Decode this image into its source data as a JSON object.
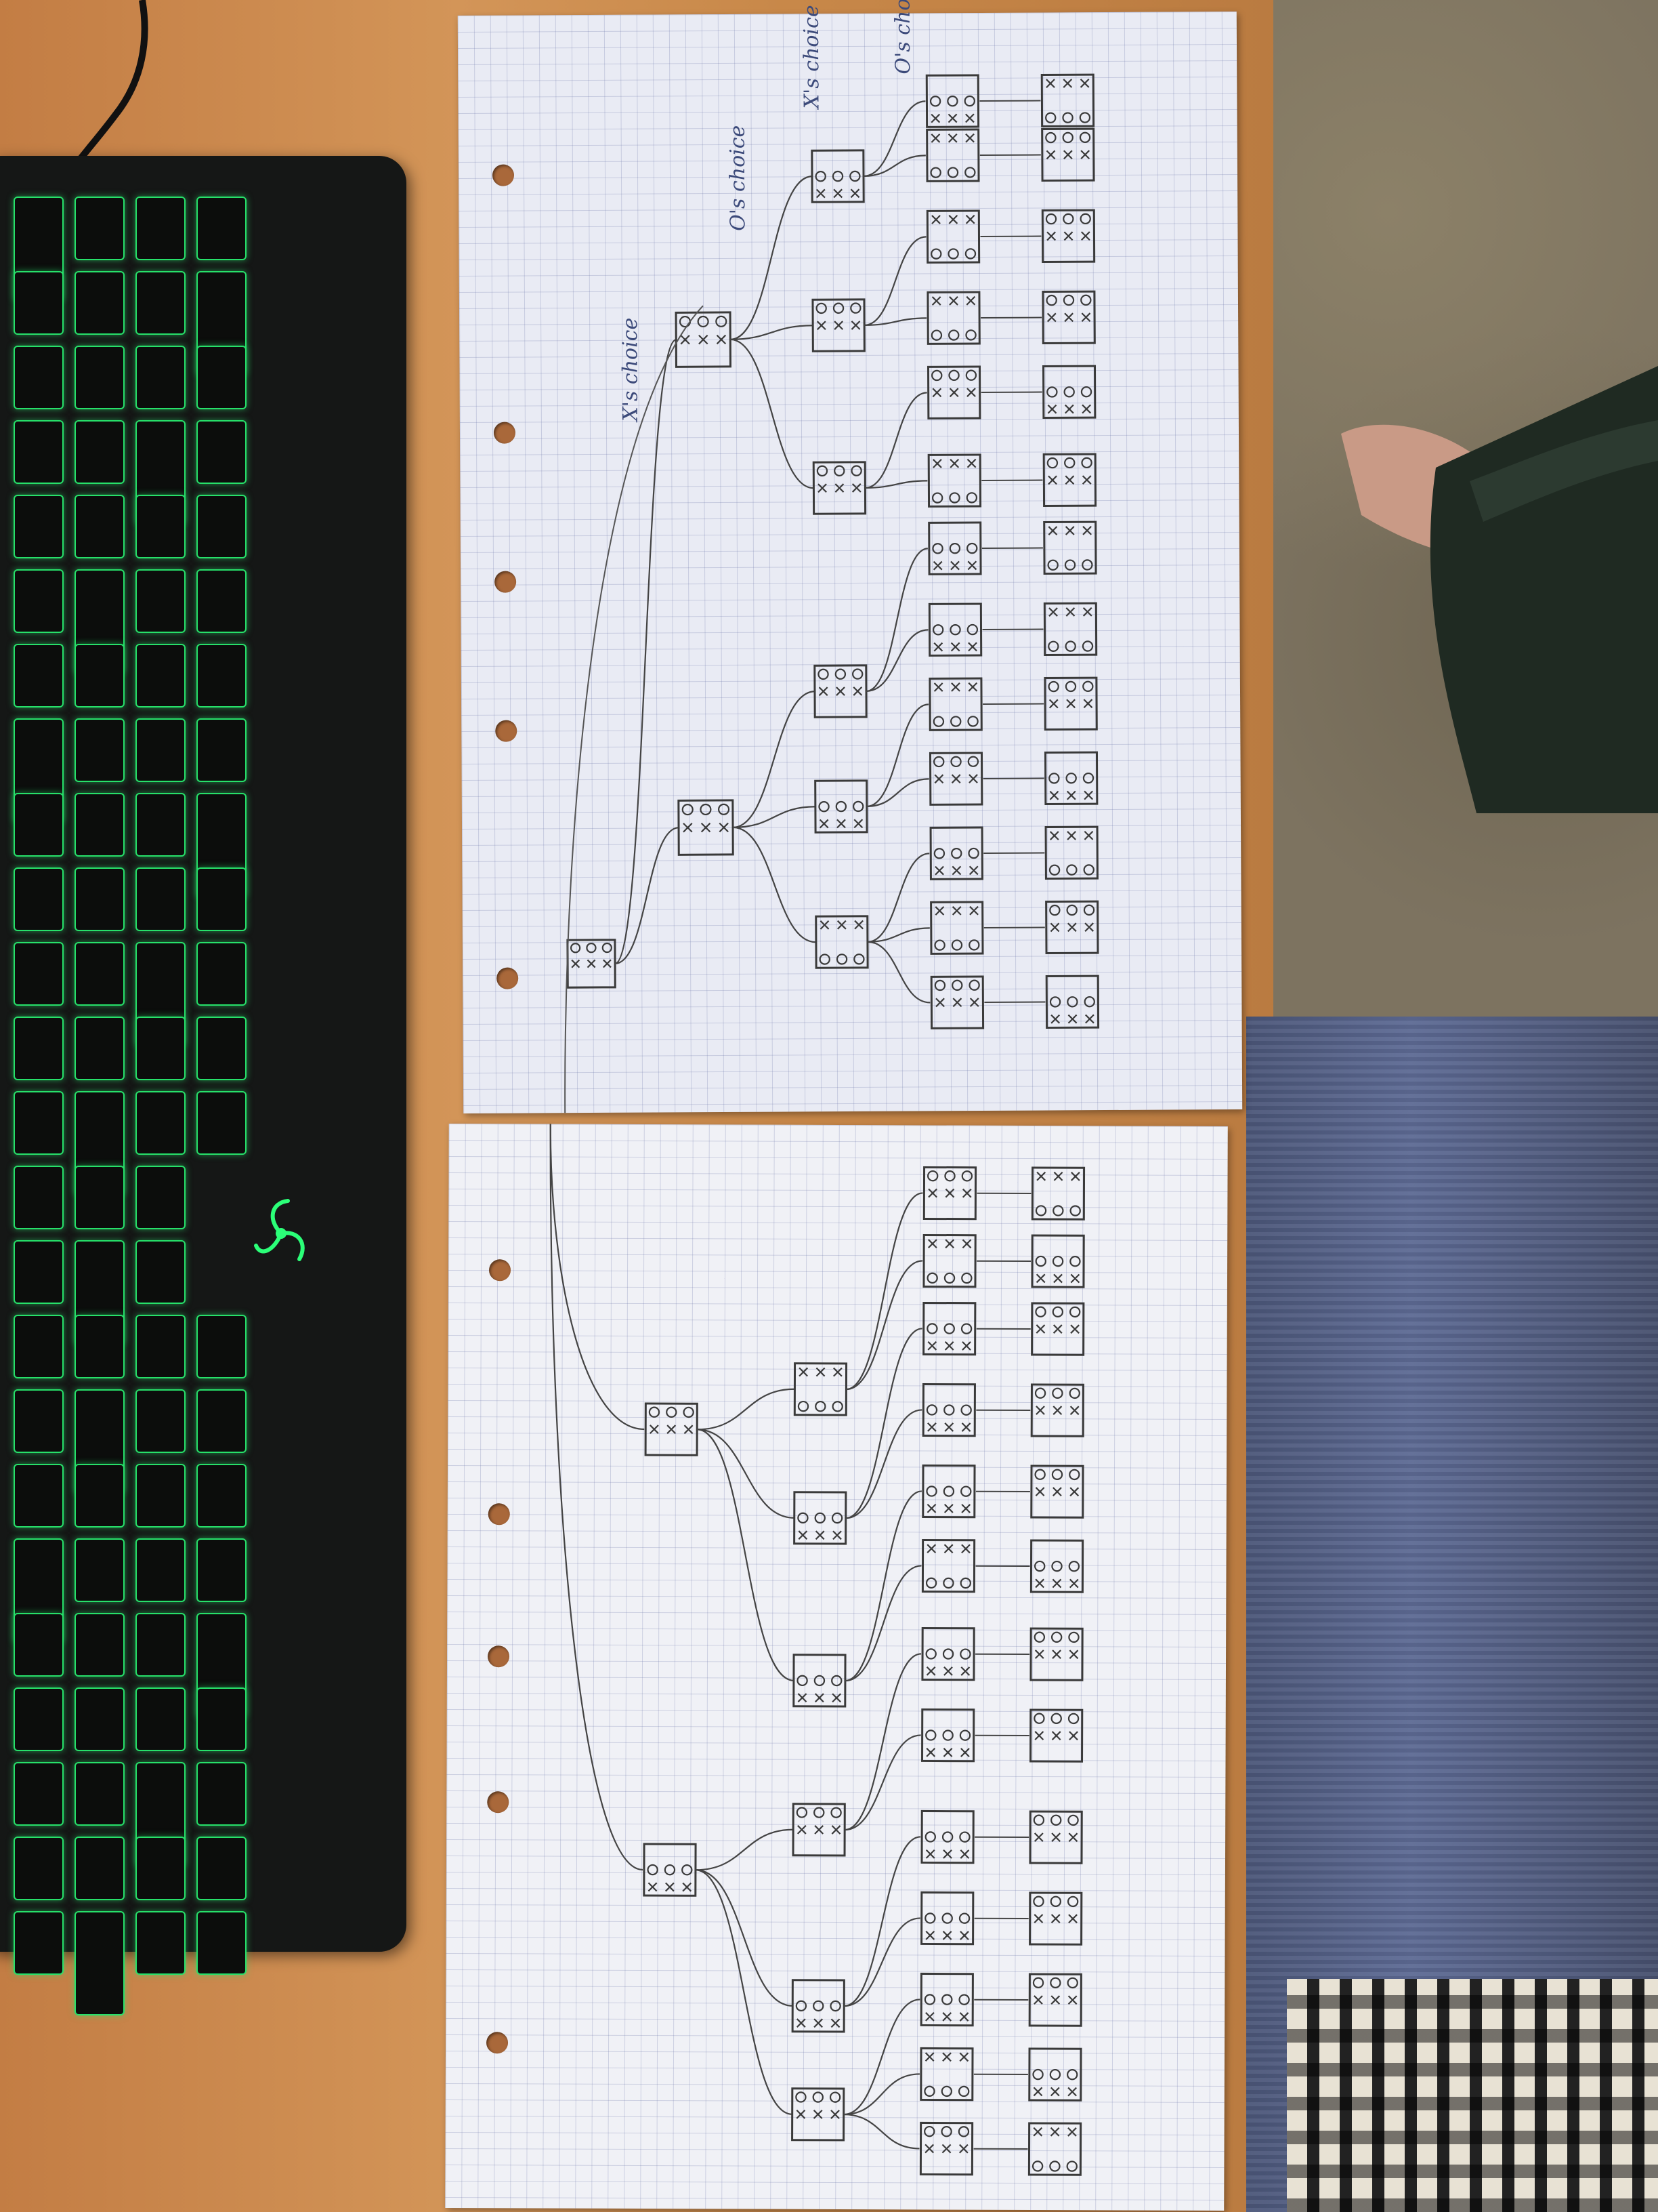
{
  "scene": {
    "notes": [
      {
        "id": "x-choice-top",
        "text": "X's choice"
      },
      {
        "id": "o-choice-top",
        "text": "O's choice"
      },
      {
        "id": "x-choice-right",
        "text": "X's choice"
      },
      {
        "id": "o-choice-right",
        "text": "O's choice"
      }
    ],
    "colors": {
      "desk": "#c98a52",
      "keyboard_glow": "#27e06a",
      "paper": "#e9ebf4",
      "ink": "#3a3a3a"
    }
  }
}
